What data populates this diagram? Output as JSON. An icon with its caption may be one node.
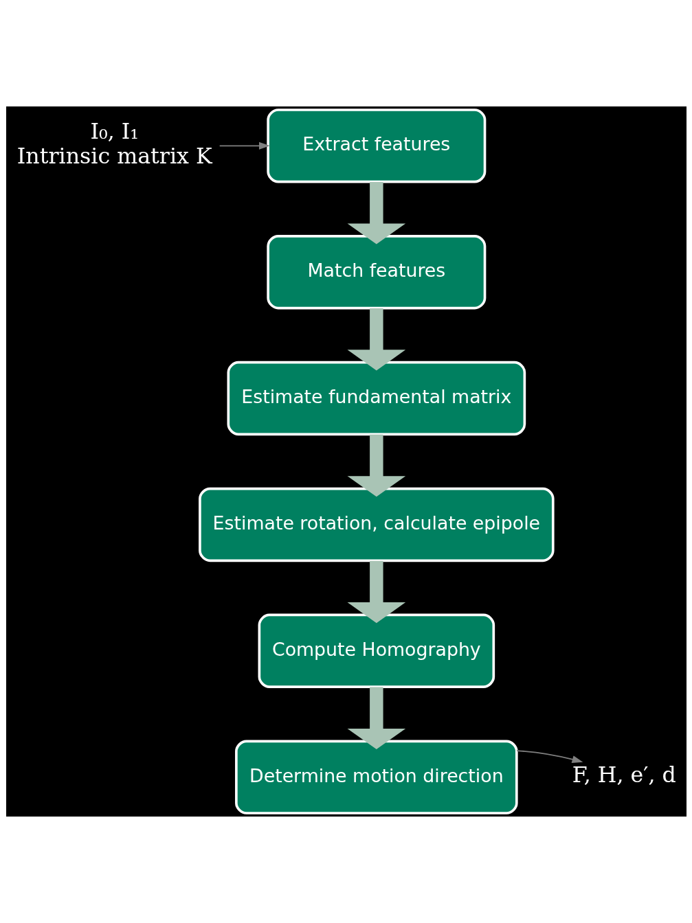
{
  "diagram": {
    "nodes": [
      {
        "text": [
          "I₀, I₁",
          "Intrinsic matrix K"
        ]
      },
      {
        "text": [
          "Extract features"
        ]
      },
      {
        "text": [
          "Match features"
        ]
      },
      {
        "text": [
          "Estimate fundamental matrix"
        ]
      },
      {
        "text": [
          "Estimate rotation, calculate epipole"
        ]
      },
      {
        "text": [
          "Compute Homography"
        ]
      },
      {
        "text": [
          "Determine motion direction"
        ]
      },
      {
        "text": [
          "F, H, e′, d"
        ]
      }
    ],
    "edges": [
      {
        "from": 0,
        "to": 1,
        "arrow": "to",
        "color": "#808080"
      },
      {
        "from": 1,
        "to": 2,
        "arrow": "to"
      },
      {
        "from": 2,
        "to": 3,
        "arrow": "to"
      },
      {
        "from": 3,
        "to": 4,
        "arrow": "to"
      },
      {
        "from": 4,
        "to": 5,
        "arrow": "to"
      },
      {
        "from": 5,
        "to": 6,
        "arrow": "to"
      },
      {
        "from": 6,
        "to": 7,
        "arrow": "to",
        "color": "#808080"
      }
    ]
  }
}
